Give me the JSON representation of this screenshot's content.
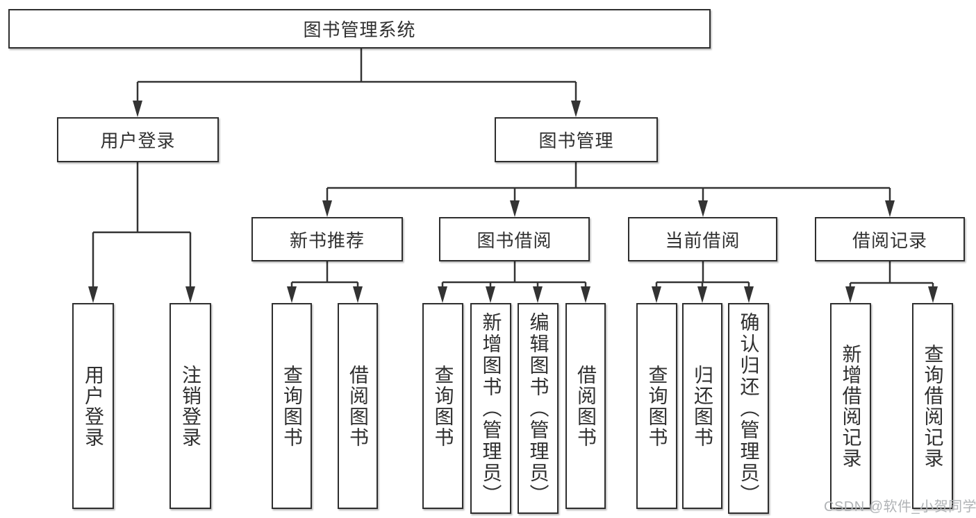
{
  "accents": {
    "line_color": "#333333",
    "box_border_color": "#2e2e2e",
    "box_fill_color": "#ffffff",
    "text_color": "#303030",
    "watermark_color": "#b0b3b6"
  },
  "tree": {
    "label": "图书管理系统",
    "children": [
      {
        "label": "用户登录",
        "children": [
          {
            "label": "用户登录"
          },
          {
            "label": "注销登录"
          }
        ]
      },
      {
        "label": "图书管理",
        "children": [
          {
            "label": "新书推荐",
            "children": [
              {
                "label": "查询图书"
              },
              {
                "label": "借阅图书"
              }
            ]
          },
          {
            "label": "图书借阅",
            "children": [
              {
                "label": "查询图书"
              },
              {
                "label": "新增图书（管理员）"
              },
              {
                "label": "编辑图书（管理员）"
              },
              {
                "label": "借阅图书"
              }
            ]
          },
          {
            "label": "当前借阅",
            "children": [
              {
                "label": "查询图书"
              },
              {
                "label": "归还图书"
              },
              {
                "label": "确认归还（管理员）"
              }
            ]
          },
          {
            "label": "借阅记录",
            "children": [
              {
                "label": "新增借阅记录"
              },
              {
                "label": "查询借阅记录"
              }
            ]
          }
        ]
      }
    ]
  },
  "watermark": {
    "text": "CSDN @软件_小贺同学"
  }
}
